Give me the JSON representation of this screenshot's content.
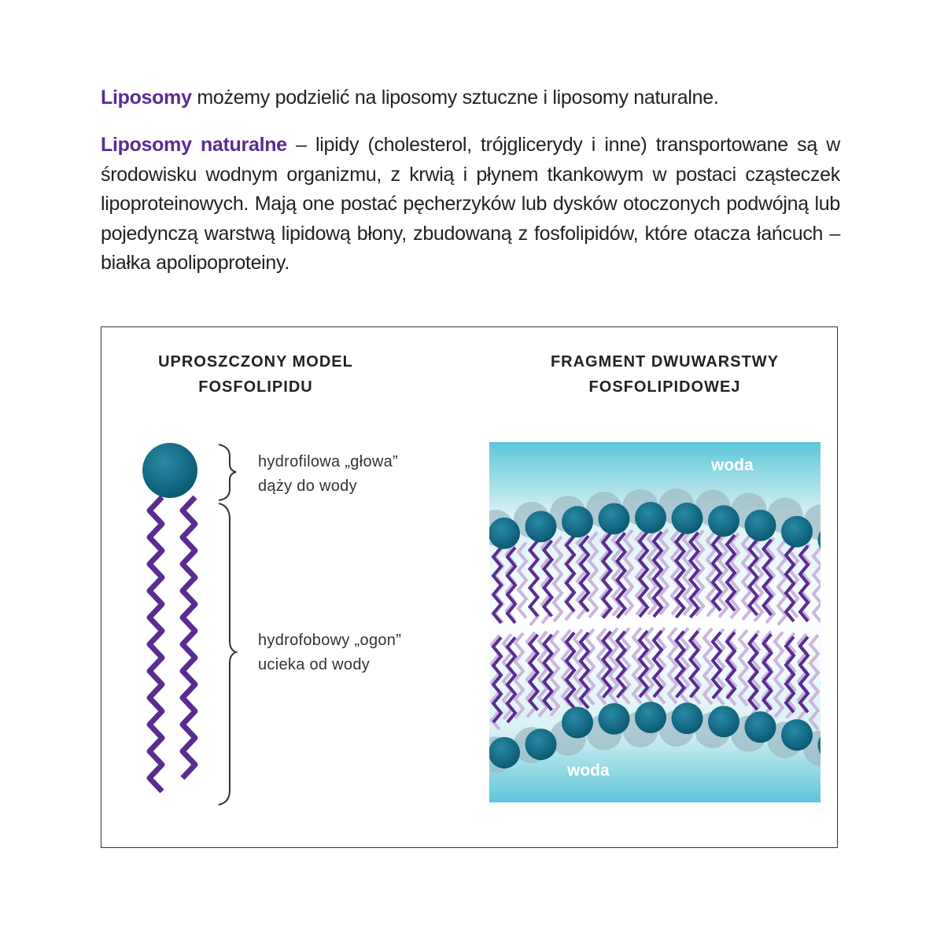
{
  "intro": {
    "highlight": "Liposomy",
    "text": " możemy podzielić na liposomy sztuczne i liposomy naturalne."
  },
  "natural": {
    "highlight": "Liposomy naturalne",
    "text": " – lipidy (cholesterol, trójglicerydy i inne) transportowane są w środowisku wodnym organizmu, z krwią i płynem tkankowym w postaci cząsteczek lipoproteinowych. Mają one postać pęcherzyków lub dysków otoczonych podwójną lub pojedynczą warstwą lipidową błony, zbudowaną z fosfolipidów, które otacza łańcuch – białka apolipoproteiny."
  },
  "figure": {
    "left_title_1": "UPROSZCZONY MODEL",
    "left_title_2": "FOSFOLIPIDU",
    "right_title_1": "FRAGMENT DWUWARSTWY",
    "right_title_2": "FOSFOLIPIDOWEJ",
    "head_label_1": "hydrofilowa „głowa”",
    "head_label_2": "dąży do wody",
    "tail_label_1": "hydrofobowy „ogon”",
    "tail_label_2": "ucieka od wody",
    "water_top": "woda",
    "water_bottom": "woda"
  },
  "colors": {
    "accent": "#5a2c91",
    "head": "#0f6a85",
    "tail": "#5a2c91",
    "water": "#5ac8d8"
  }
}
